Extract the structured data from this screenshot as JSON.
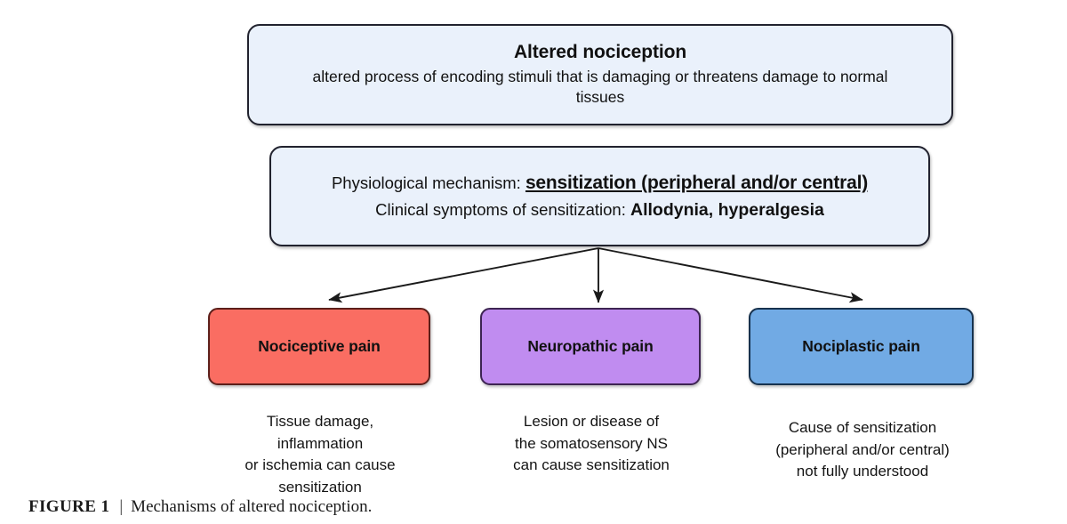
{
  "figure": {
    "caption_label": "FIGURE 1",
    "caption_separator": "|",
    "caption_text": "Mechanisms of altered nociception."
  },
  "diagram": {
    "type": "flowchart",
    "top_node": {
      "title": "Altered nociception",
      "subtitle": "altered process of encoding stimuli that is damaging or threatens damage to normal tissues",
      "fill_color": "#eaf1fb",
      "border_color": "#21222e"
    },
    "mechanism_node": {
      "line1_prefix": "Physiological mechanism: ",
      "line1_emphasis": "sensitization (peripheral and/or central)",
      "line2_prefix": "Clinical symptoms of sensitization: ",
      "line2_emphasis": "Allodynia, hyperalgesia",
      "fill_color": "#eaf1fb",
      "border_color": "#21222e"
    },
    "pain_types": [
      {
        "label": "Nociceptive pain",
        "description": "Tissue damage,\ninflammation\nor ischemia can cause\nsensitization",
        "fill_color": "#fa6d62",
        "border_color": "#5c1f1a"
      },
      {
        "label": "Neuropathic pain",
        "description": "Lesion or disease of\nthe somatosensory NS\ncan cause sensitization",
        "fill_color": "#c08cf0",
        "border_color": "#3d2452"
      },
      {
        "label": "Nociplastic pain",
        "description": "Cause of sensitization\n(peripheral and/or central)\nnot fully understood",
        "fill_color": "#71aae4",
        "border_color": "#17324e"
      }
    ],
    "connectors": {
      "style": "arrow",
      "color": "#1a1a1a",
      "origin": "bottom-center-of-mechanism-node",
      "count": 3,
      "targets": [
        "Nociceptive pain",
        "Neuropathic pain",
        "Nociplastic pain"
      ]
    },
    "background_color": "#ffffff"
  }
}
